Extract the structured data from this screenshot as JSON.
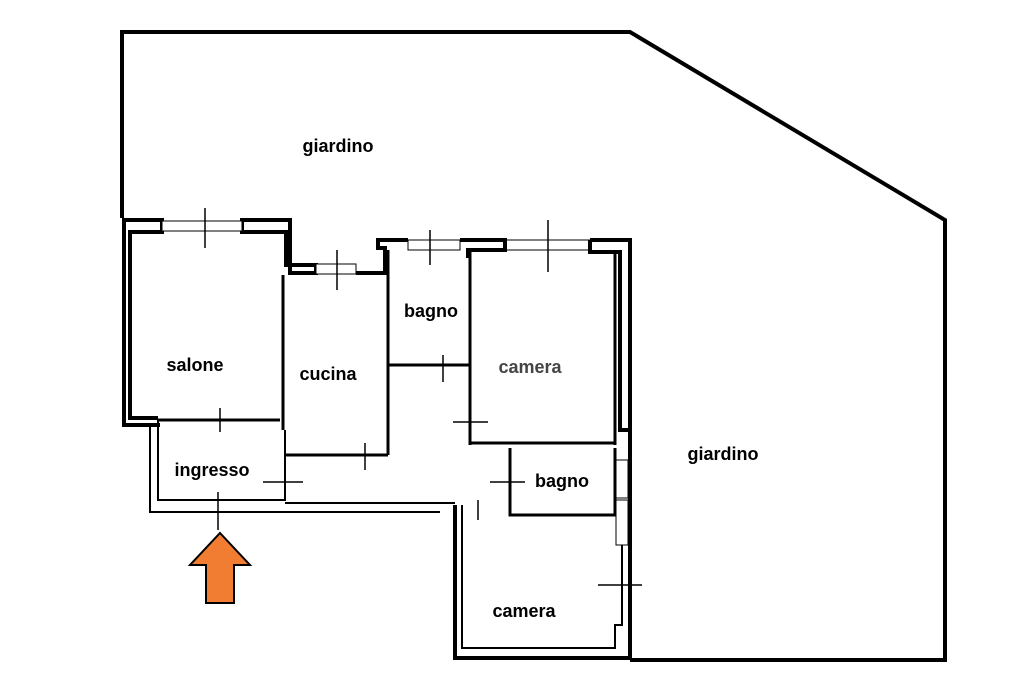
{
  "rooms": {
    "giardino_top": "giardino",
    "giardino_right": "giardino",
    "salone": "salone",
    "cucina": "cucina",
    "bagno_1": "bagno",
    "camera_1": "camera",
    "ingresso": "ingresso",
    "bagno_2": "bagno",
    "camera_2": "camera"
  },
  "entrance_arrow": {
    "icon": "up-arrow-icon",
    "color": "#f07d32"
  }
}
